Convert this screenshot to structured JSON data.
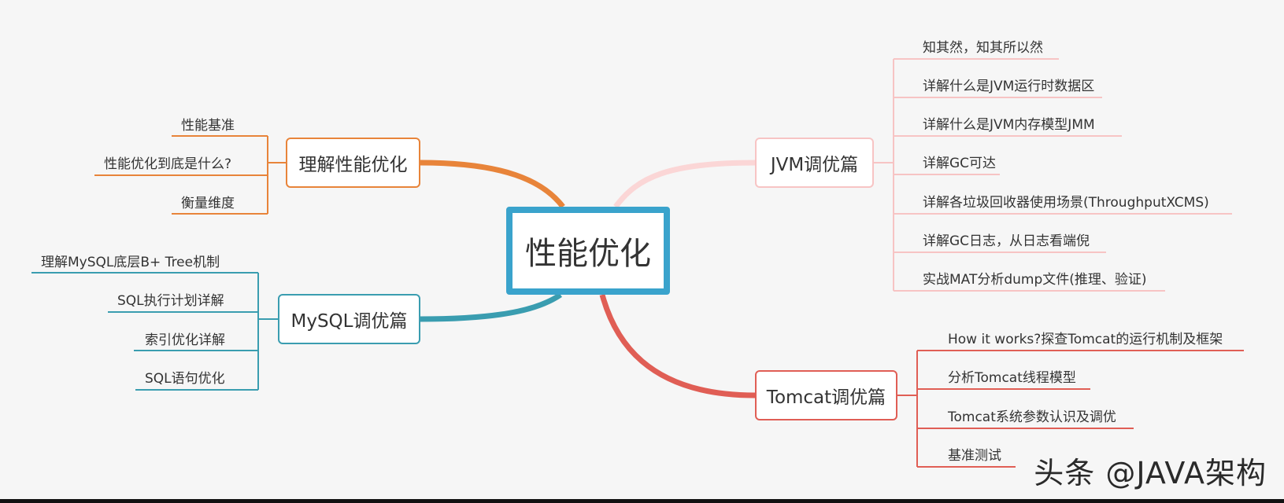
{
  "root": {
    "label": "性能优化"
  },
  "branches": {
    "understand": {
      "label": "理解性能优化",
      "leaves": [
        "性能基准",
        "性能优化到底是什么?",
        "衡量维度"
      ]
    },
    "mysql": {
      "label": "MySQL调优篇",
      "leaves": [
        "理解MySQL底层B+ Tree机制",
        "SQL执行计划详解",
        "索引优化详解",
        "SQL语句优化"
      ]
    },
    "jvm": {
      "label": "JVM调优篇",
      "leaves": [
        "知其然，知其所以然",
        "详解什么是JVM运行时数据区",
        "详解什么是JVM内存模型JMM",
        "详解GC可达",
        "详解各垃圾回收器使用场景(ThroughputXCMS)",
        "详解GC日志，从日志看端倪",
        "实战MAT分析dump文件(推理、验证)"
      ]
    },
    "tomcat": {
      "label": "Tomcat调优篇",
      "leaves": [
        "How it works?探查Tomcat的运行机制及框架",
        "分析Tomcat线程模型",
        "Tomcat系统参数认识及调优",
        "基准测试"
      ]
    }
  },
  "colors": {
    "root": "#3aa3cc",
    "understand": "#e8843a",
    "mysql": "#3a9db0",
    "jvm": "#f7c4c4",
    "tomcat": "#e05e55"
  },
  "watermark": "头条 @JAVA架构"
}
